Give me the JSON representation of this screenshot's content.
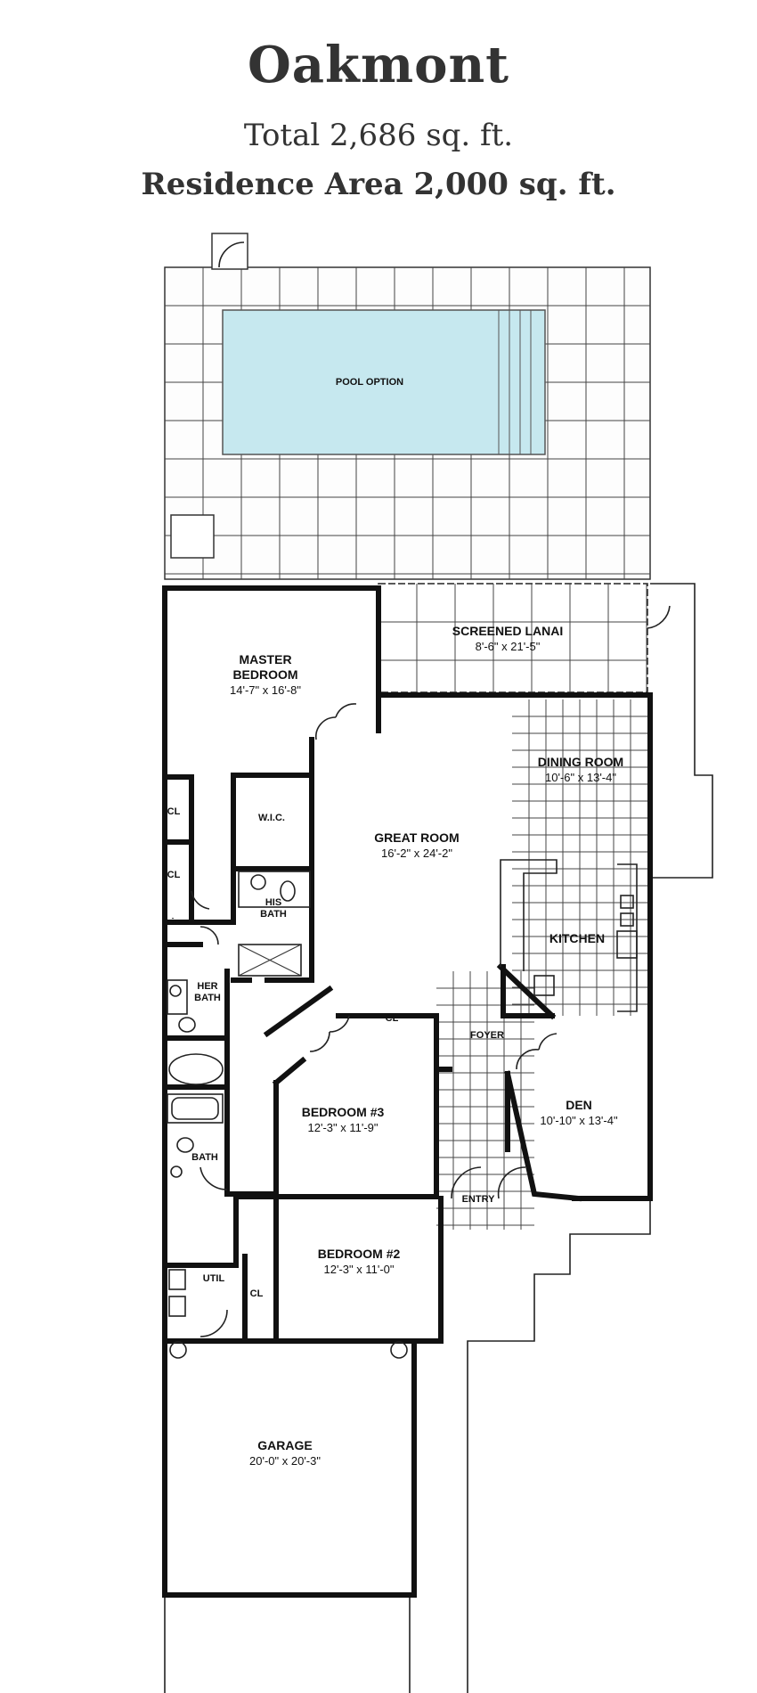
{
  "header": {
    "title": "Oakmont",
    "total": "Total 2,686 sq. ft.",
    "residence": "Residence Area 2,000 sq. ft."
  },
  "rooms": {
    "pool": "POOL OPTION",
    "lanai": "SCREENED LANAI",
    "lanai_dim": "8'-6\" x 21'-5\"",
    "master": "MASTER",
    "master2": "BEDROOM",
    "master_dim": "14'-7\" x 16'-8\"",
    "dining": "DINING ROOM",
    "dining_dim": "10'-6\" x 13'-4\"",
    "great": "GREAT ROOM",
    "great_dim": "16'-2\" x 24'-2\"",
    "wic": "W.I.C.",
    "cl": "CL",
    "lin": "Lin",
    "his": "HIS",
    "his2": "BATH",
    "her": "HER",
    "her2": "BATH",
    "kitchen": "KITCHEN",
    "foyer": "FOYER",
    "bed3": "BEDROOM #3",
    "bed3_dim": "12'-3\" x 11'-9\"",
    "den": "DEN",
    "den_dim": "10'-10\" x 13'-4\"",
    "bath": "BATH",
    "entry": "ENTRY",
    "bed2": "BEDROOM #2",
    "bed2_dim": "12'-3\" x 11'-0\"",
    "util": "UTIL",
    "garage": "GARAGE",
    "garage_dim": "20'-0\" x 20'-3\""
  },
  "colors": {
    "pool": "#c6e8ef",
    "wall": "#111111"
  }
}
